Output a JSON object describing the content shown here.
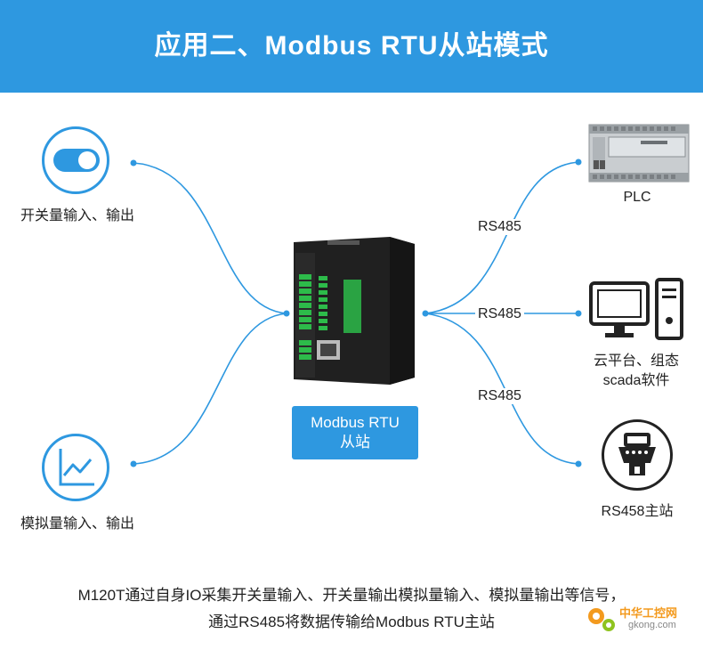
{
  "header": {
    "title": "应用二、Modbus RTU从站模式"
  },
  "left_items": [
    {
      "label": "开关量输入、输出",
      "icon": "toggle-switch-icon"
    },
    {
      "label": "模拟量输入、输出",
      "icon": "line-chart-icon"
    }
  ],
  "center": {
    "line1": "Modbus RTU",
    "line2": "从站",
    "device_icon": "io-module-device-icon"
  },
  "connections": [
    "RS485",
    "RS485",
    "RS485"
  ],
  "right_items": [
    {
      "label": "PLC",
      "icon": "plc-icon"
    },
    {
      "label_line1": "云平台、组态",
      "label_line2": "scada软件",
      "icon": "computer-icon"
    },
    {
      "label": "RS458主站",
      "icon": "serial-port-icon"
    }
  ],
  "footer": {
    "line1": "M120T通过自身IO采集开关量输入、开关量输出模拟量输入、模拟量输出等信号，",
    "line2": "通过RS485将数据传输给Modbus RTU主站"
  },
  "watermark": {
    "text1": "中华工控网",
    "text2": "gkong.com"
  },
  "colors": {
    "accent": "#2e98e0",
    "text": "#222222"
  }
}
